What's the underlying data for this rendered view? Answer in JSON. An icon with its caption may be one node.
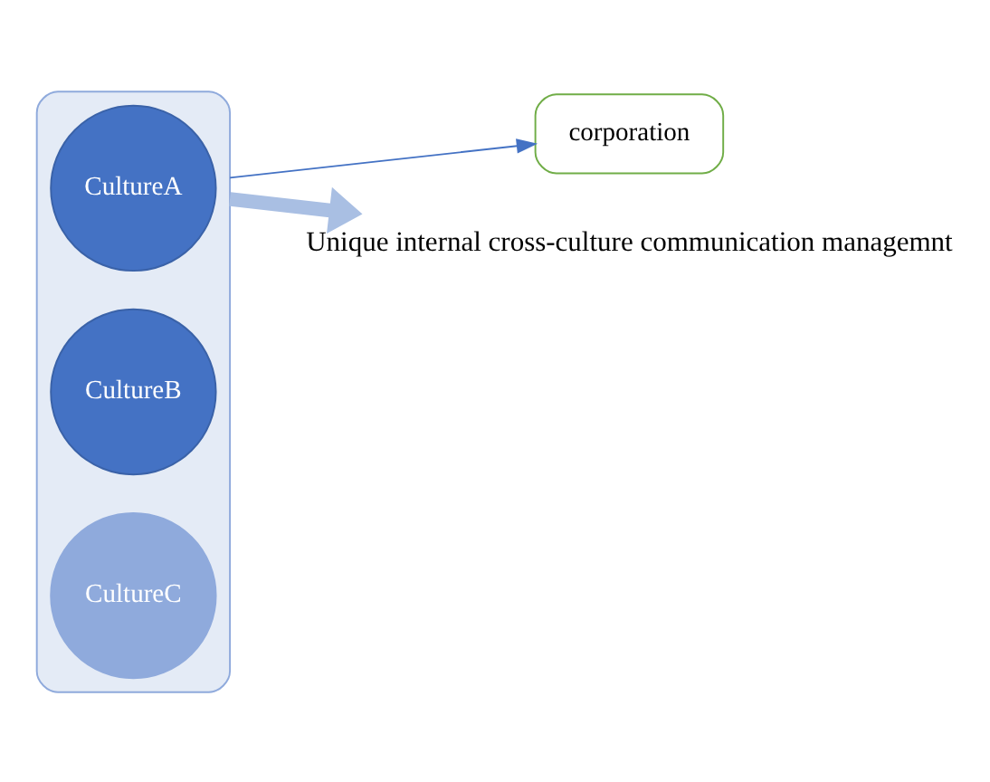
{
  "diagram": {
    "nodes": [
      {
        "text": [],
        "shape": "funnel"
      },
      {
        "text": [
          "CultureA"
        ],
        "in": 0
      },
      {
        "text": [
          "CultureB"
        ],
        "in": 0
      },
      {
        "text": [
          "CultureC"
        ],
        "in": 0
      },
      {
        "text": [
          "corporation"
        ]
      },
      {
        "text": [
          "Unique internal cross-culture communication managemnt"
        ]
      }
    ],
    "edges": [
      {
        "from": 0,
        "to": 4,
        "arrow": "to"
      },
      {
        "from": 0,
        "to": 5,
        "arrow": "to",
        "style": "thick",
        "color": "#a9bfe3"
      }
    ]
  }
}
